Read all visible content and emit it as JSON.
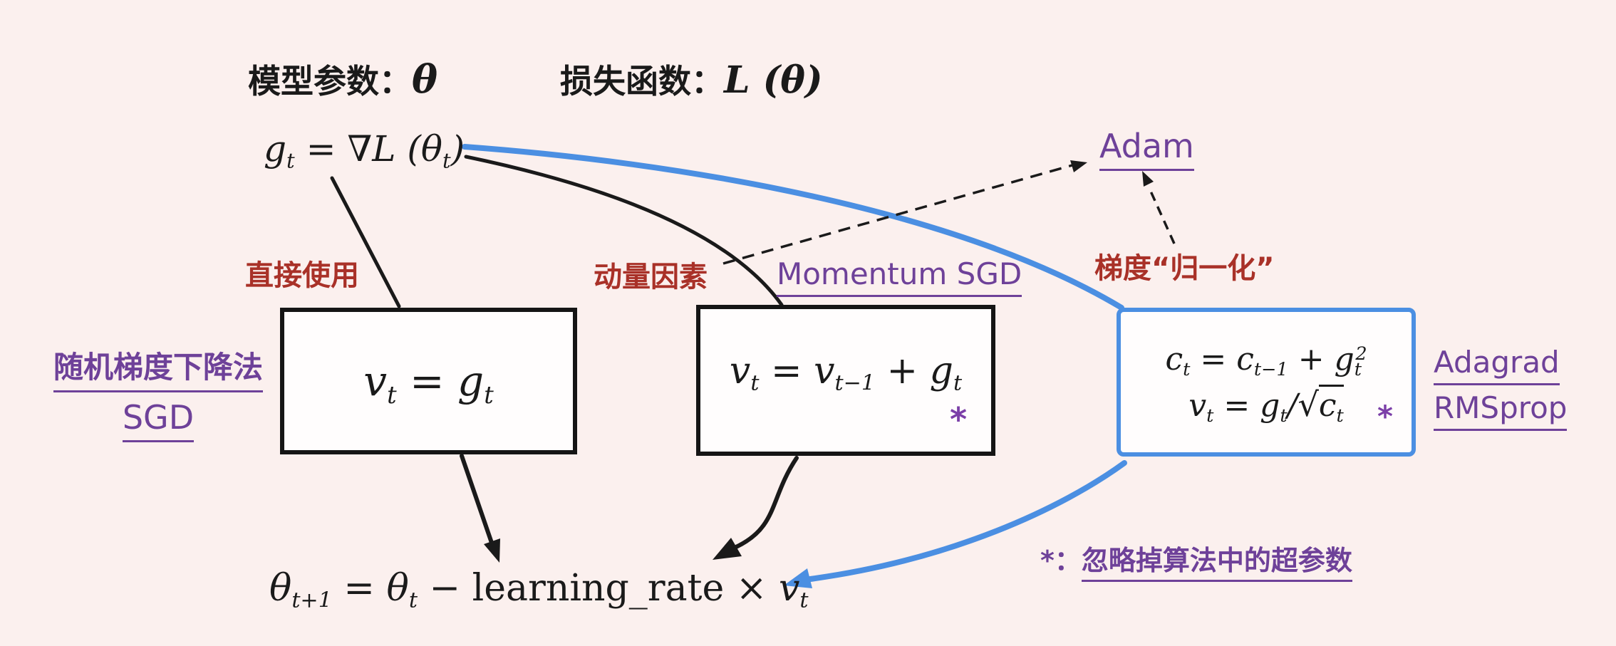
{
  "colors": {
    "background": "#fbf0ee",
    "ink": "#1a1a1a",
    "accent_red": "#a93128",
    "accent_purple": "#6e4199",
    "accent_blue": "#4b8fe2",
    "box_fill": "#fffdfd"
  },
  "header": {
    "param_label": "模型参数：",
    "param_symbol": "θ",
    "loss_label": "损失函数：",
    "loss_symbol": "L (θ)"
  },
  "gradient_formula": {
    "parts": [
      "g",
      "t",
      " = ∇L (θ",
      "t",
      ")"
    ]
  },
  "branch_labels": {
    "direct_use": "直接使用",
    "momentum_factor": "动量因素",
    "gradient_normalization": "梯度“归一化”"
  },
  "methods": {
    "sgd": {
      "name_zh": "随机梯度下降法",
      "name_en": "SGD",
      "formula": [
        "v",
        "t",
        " = g",
        "t"
      ]
    },
    "momentum": {
      "name": "Momentum SGD",
      "formula": [
        "v",
        "t",
        " = v",
        "t−1",
        " + g",
        "t"
      ],
      "asterisk": "*"
    },
    "adaptive": {
      "name1": "Adagrad",
      "name2": "RMSprop",
      "formula1": [
        "c",
        "t",
        " = c",
        "t−1",
        " + g",
        "t",
        "2"
      ],
      "formula2": [
        "v",
        "t",
        " = g",
        "t",
        "/",
        "√",
        "c",
        "t"
      ],
      "asterisk": "*"
    },
    "adam": {
      "name": "Adam"
    }
  },
  "update_formula": {
    "parts": [
      "θ",
      "t+1",
      " = θ",
      "t",
      " − ",
      "learning_rate",
      " × ",
      "v",
      "t"
    ]
  },
  "footnote": {
    "marker": "*：",
    "text": "忽略掉算法中的超参数"
  }
}
